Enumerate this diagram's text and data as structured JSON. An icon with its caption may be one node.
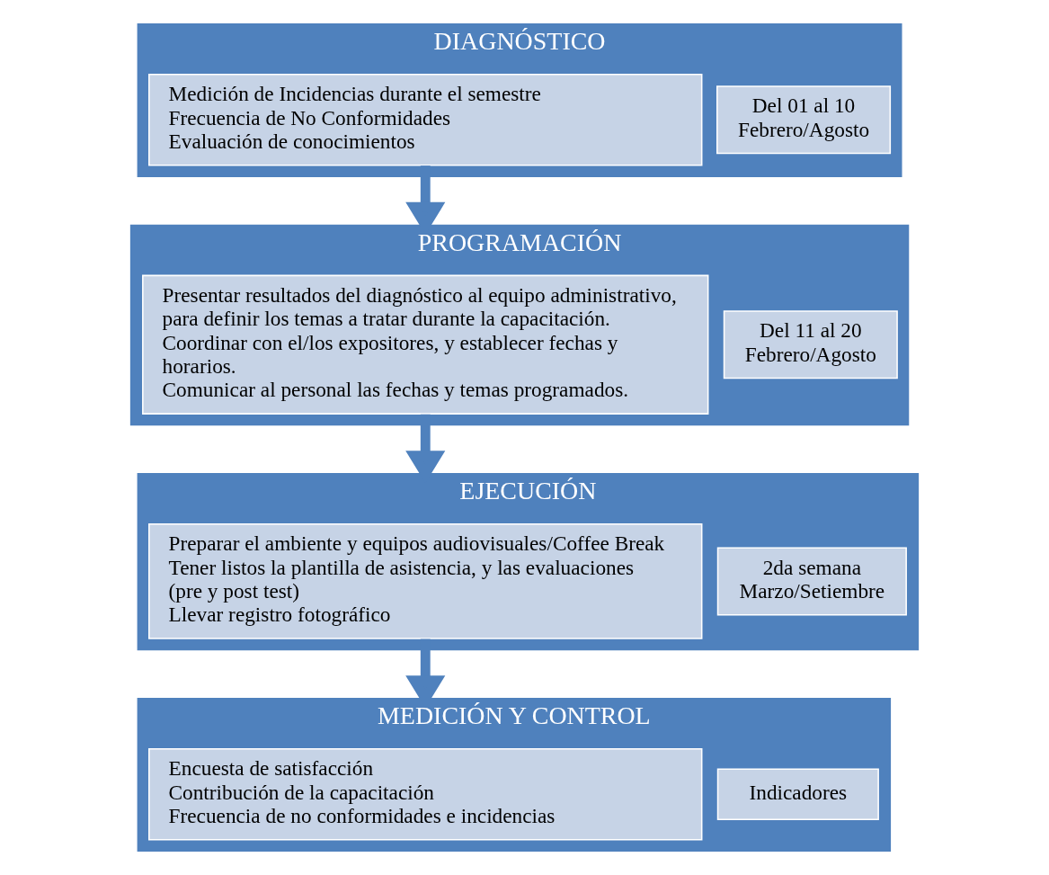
{
  "diagram": {
    "nodes": [
      {
        "text": [
          "DIAGNÓSTICO"
        ]
      },
      {
        "text": [
          "Del 01 al 10 Febrero/Agosto"
        ],
        "in": 0
      },
      {
        "text": [
          "Medición de Incidencias durante el semestre",
          "Frecuencia de No Conformidades",
          "Evaluación de conocimientos"
        ],
        "in": 0
      },
      {
        "text": [
          "PROGRAMACIÓN"
        ]
      },
      {
        "text": [
          "Del 11 al 20 Febrero/Agosto"
        ],
        "in": 3
      },
      {
        "text": [
          "Presentar resultados del diagnóstico al equipo administrativo, para definir los temas a tratar durante la capacitación.",
          "Coordinar con el/los expositores, y establecer fechas y horarios.",
          "Comunicar al personal las fechas y temas programados."
        ],
        "in": 3
      },
      {
        "text": [
          "EJECUCIÓN"
        ]
      },
      {
        "text": [
          "2da semana Marzo/Setiembre"
        ],
        "in": 6
      },
      {
        "text": [
          "Preparar el ambiente y equipos audiovisuales/Coffee Break",
          "Tener listos la plantilla de asistencia, y las evaluaciones (pre y post test)",
          "Llevar registro fotográfico"
        ],
        "in": 6
      },
      {
        "text": [
          "MEDICIÓN Y CONTROL"
        ]
      },
      {
        "text": [
          "Indicadores"
        ],
        "in": 9
      },
      {
        "text": [
          "Encuesta de satisfacción",
          "Contribución de la capacitación",
          "Frecuencia de no conformidades e incidencias"
        ],
        "in": 9
      }
    ],
    "edges": [
      {
        "from": 2,
        "to": 3,
        "arrow": "to"
      },
      {
        "from": 5,
        "to": 6,
        "arrow": "to"
      },
      {
        "from": 8,
        "to": 9,
        "arrow": "to"
      }
    ]
  }
}
